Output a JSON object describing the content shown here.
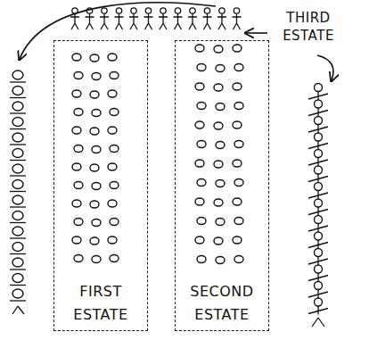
{
  "diagram": {
    "nodes": [
      {
        "text": [
          "FIRST ESTATE"
        ]
      },
      {
        "text": [
          "SECOND ESTATE"
        ]
      }
    ],
    "labels": [
      "THIRD ESTATE"
    ]
  }
}
